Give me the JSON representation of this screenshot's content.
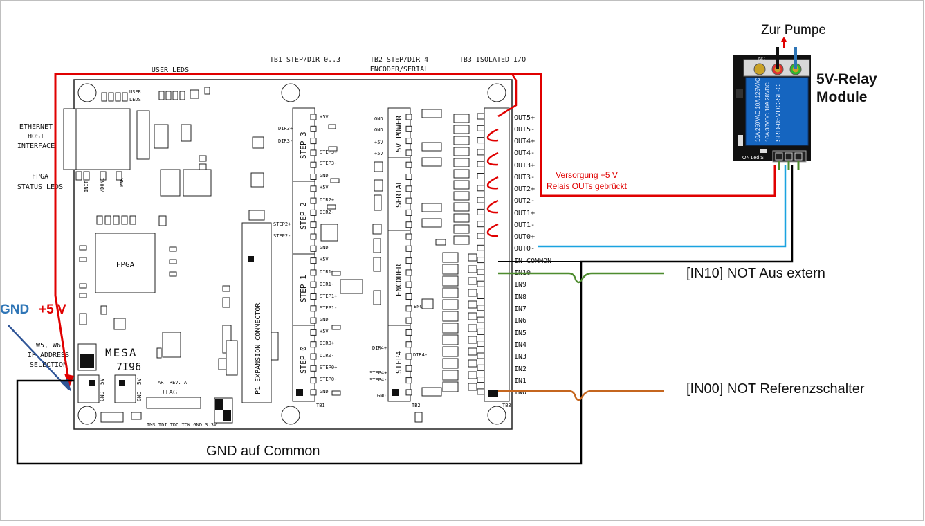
{
  "board": {
    "name": "7I96",
    "brand": "MESA",
    "header_user_leds": "USER LEDS",
    "header_tb1": "TB1 STEP/DIR 0..3",
    "header_tb2_line1": "TB2 STEP/DIR 4",
    "header_tb2_line2": "ENCODER/SERIAL",
    "header_tb3": "TB3 ISOLATED I/O",
    "left_labels": {
      "ethernet_1": "ETHERNET",
      "ethernet_2": "HOST",
      "ethernet_3": "INTERFACE",
      "fpga_status_1": "FPGA",
      "fpga_status_2": "STATUS LEDS",
      "ip_1": "W5, W6",
      "ip_2": "IP ADDRESS",
      "ip_3": "SELECTION"
    },
    "fpga_label": "FPGA",
    "p1_connector": "P1 EXPANSION CONNECTOR",
    "jtag": "JTAG",
    "jtag_pins": "TMS TDI TDO TCK GND 3.3V",
    "art_rev": "ART REV. A",
    "user_leds_small": "USER",
    "leds_small": "LEDS",
    "pwr": "PWR",
    "init": "INIT",
    "done": "/DONE",
    "p2_labels": [
      "GND",
      "5V"
    ],
    "p3_labels": [
      "GND",
      "5V"
    ],
    "step_blocks": [
      "STEP 3",
      "STEP 2",
      "STEP 1",
      "STEP 0"
    ],
    "tb2_blocks": [
      "5V POWER",
      "SERIAL",
      "ENCODER",
      "STEP4"
    ],
    "tb1_pins": {
      "step3": [
        "+5V",
        "DIR3+",
        "DIR3-",
        "STEP3+",
        "STEP3-",
        "GND"
      ],
      "step2": [
        "+5V",
        "DIR2+",
        "DIR2-",
        "STEP2+",
        "STEP2-",
        "GND"
      ],
      "step1": [
        "+5V",
        "DIR1+",
        "DIR1-",
        "STEP1+",
        "STEP1-",
        "GND"
      ],
      "step0": [
        "+5V",
        "DIR0+",
        "DIR0-",
        "STEP0+",
        "STEP0-",
        "GND"
      ]
    },
    "tb2_pins": [
      "GND",
      "GND",
      "+5V",
      "+5V",
      "DIR4+",
      "DIR4-",
      "STEP4+",
      "STEP4-",
      "GND",
      "ENC"
    ],
    "tb3_terminals": [
      "OUT5+",
      "OUT5-",
      "OUT4+",
      "OUT4-",
      "OUT3+",
      "OUT3-",
      "OUT2+",
      "OUT2-",
      "OUT1+",
      "OUT1-",
      "OUT0+",
      "OUT0-",
      "IN COMMON",
      "IN10",
      "IN9",
      "IN8",
      "IN7",
      "IN6",
      "IN5",
      "IN4",
      "IN3",
      "IN2",
      "IN1",
      "IN0"
    ],
    "tb_tags": [
      "TB1",
      "TB2",
      "TB3"
    ]
  },
  "relay": {
    "title_line1": "5V-Relay",
    "title_line2": "Module",
    "nc_label": "NC",
    "bottom_label": "ON Led S",
    "body_text": [
      "10A 250VAC 10A 125VAC",
      "10A 30VDC 10A 28VDC",
      "SRD-05VDC-SL-C"
    ],
    "colors": {
      "body": "#1565c0",
      "pcb": "#111111",
      "contact": "#d8d8d8"
    }
  },
  "annotations": {
    "zur_pumpe": "Zur Pumpe",
    "versorgung_1": "Versorgung +5 V",
    "versorgung_2": "Relais OUTs gebrückt",
    "gnd_label": "GND",
    "plus5v_label": "+5 V",
    "in10_label": "[IN10] NOT Aus extern",
    "in00_label": "[IN00] NOT Referenzschalter",
    "gnd_common": "GND auf Common"
  },
  "colors": {
    "wire_5v": "#e00000",
    "wire_gnd": "#000000",
    "wire_signal_relay": "#1aa3e0",
    "wire_in10": "#4e8c2f",
    "wire_in00": "#c5661f",
    "arrow_gnd": "#2f5597",
    "label_gnd": "#2e75b6",
    "label_red": "#e00000"
  }
}
